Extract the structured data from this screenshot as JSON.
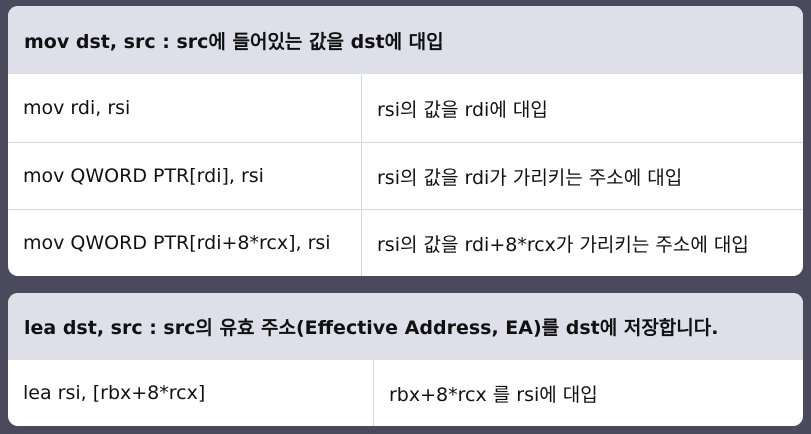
{
  "mov_table": {
    "header": "mov dst, src : src에 들어있는 값을 dst에 대입",
    "rows": [
      {
        "code": "mov rdi, rsi",
        "desc": "rsi의 값을 rdi에 대입"
      },
      {
        "code": "mov QWORD PTR[rdi], rsi",
        "desc": "rsi의 값을 rdi가 가리키는 주소에 대입"
      },
      {
        "code": "mov QWORD PTR[rdi+8*rcx], rsi",
        "desc": "rsi의 값을 rdi+8*rcx가 가리키는 주소에 대입"
      }
    ]
  },
  "lea_table": {
    "header": "lea dst, src : src의 유효 주소(Effective Address, EA)를 dst에 저장합니다.",
    "rows": [
      {
        "code": "lea rsi, [rbx+8*rcx]",
        "desc": "rbx+8*rcx 를 rsi에 대입"
      }
    ]
  }
}
